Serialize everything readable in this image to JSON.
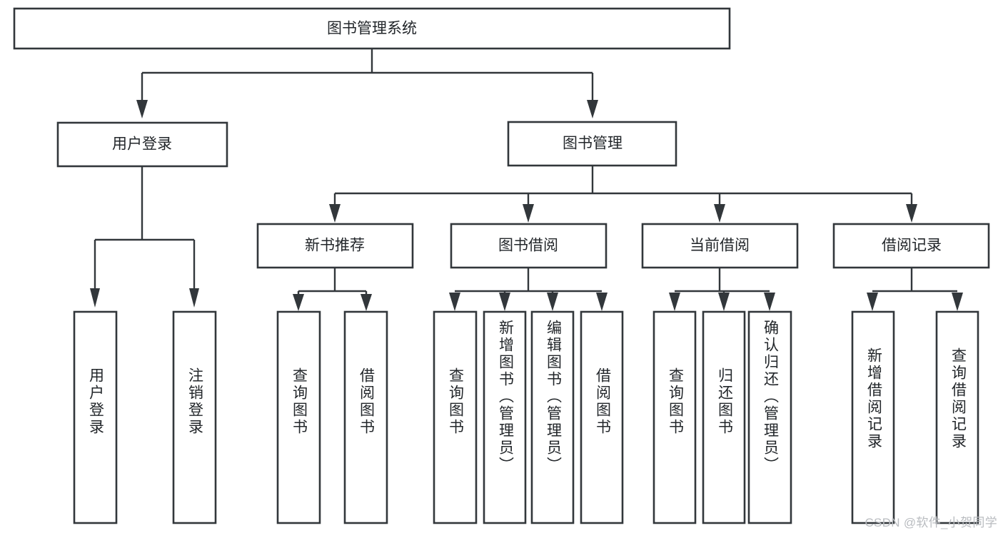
{
  "diagram": {
    "type": "tree",
    "title": "图书管理系统",
    "watermark": "CSDN @软件_小贺同学",
    "colors": {
      "stroke": "#32373b",
      "fill": "#ffffff",
      "text": "#22262a",
      "watermark": "#b9bcc0",
      "background": "#ffffff"
    },
    "nodes": {
      "root": {
        "label": "图书管理系统",
        "orientation": "horizontal"
      },
      "level2": [
        {
          "id": "user-login",
          "label": "用户登录",
          "orientation": "horizontal"
        },
        {
          "id": "book-management",
          "label": "图书管理",
          "orientation": "horizontal"
        }
      ],
      "level3": [
        {
          "id": "new-book-recommend",
          "label": "新书推荐",
          "orientation": "horizontal"
        },
        {
          "id": "book-borrow",
          "label": "图书借阅",
          "orientation": "horizontal"
        },
        {
          "id": "current-borrow",
          "label": "当前借阅",
          "orientation": "horizontal"
        },
        {
          "id": "borrow-record",
          "label": "借阅记录",
          "orientation": "horizontal"
        }
      ],
      "leaves": [
        {
          "id": "leaf-user-login",
          "label": "用户登录",
          "parent": "user-login",
          "orientation": "vertical"
        },
        {
          "id": "leaf-user-logout",
          "label": "注销登录",
          "parent": "user-login",
          "orientation": "vertical"
        },
        {
          "id": "leaf-query-book-recommend",
          "label": "查询图书",
          "parent": "new-book-recommend",
          "orientation": "vertical"
        },
        {
          "id": "leaf-borrow-book-recommend",
          "label": "借阅图书",
          "parent": "new-book-recommend",
          "orientation": "vertical"
        },
        {
          "id": "leaf-query-book-borrow",
          "label": "查询图书",
          "parent": "book-borrow",
          "orientation": "vertical"
        },
        {
          "id": "leaf-add-book",
          "label": "新增图书（管理员）",
          "parent": "book-borrow",
          "orientation": "vertical"
        },
        {
          "id": "leaf-edit-book",
          "label": "编辑图书（管理员）",
          "parent": "book-borrow",
          "orientation": "vertical"
        },
        {
          "id": "leaf-borrow-book",
          "label": "借阅图书",
          "parent": "book-borrow",
          "orientation": "vertical"
        },
        {
          "id": "leaf-query-book-current",
          "label": "查询图书",
          "parent": "current-borrow",
          "orientation": "vertical"
        },
        {
          "id": "leaf-return-book",
          "label": "归还图书",
          "parent": "current-borrow",
          "orientation": "vertical"
        },
        {
          "id": "leaf-confirm-return",
          "label": "确认归还（管理员）",
          "parent": "current-borrow",
          "orientation": "vertical"
        },
        {
          "id": "leaf-add-borrow-record",
          "label": "新增借阅记录",
          "parent": "borrow-record",
          "orientation": "vertical"
        },
        {
          "id": "leaf-query-borrow-record",
          "label": "查询借阅记录",
          "parent": "borrow-record",
          "orientation": "vertical"
        }
      ]
    }
  }
}
